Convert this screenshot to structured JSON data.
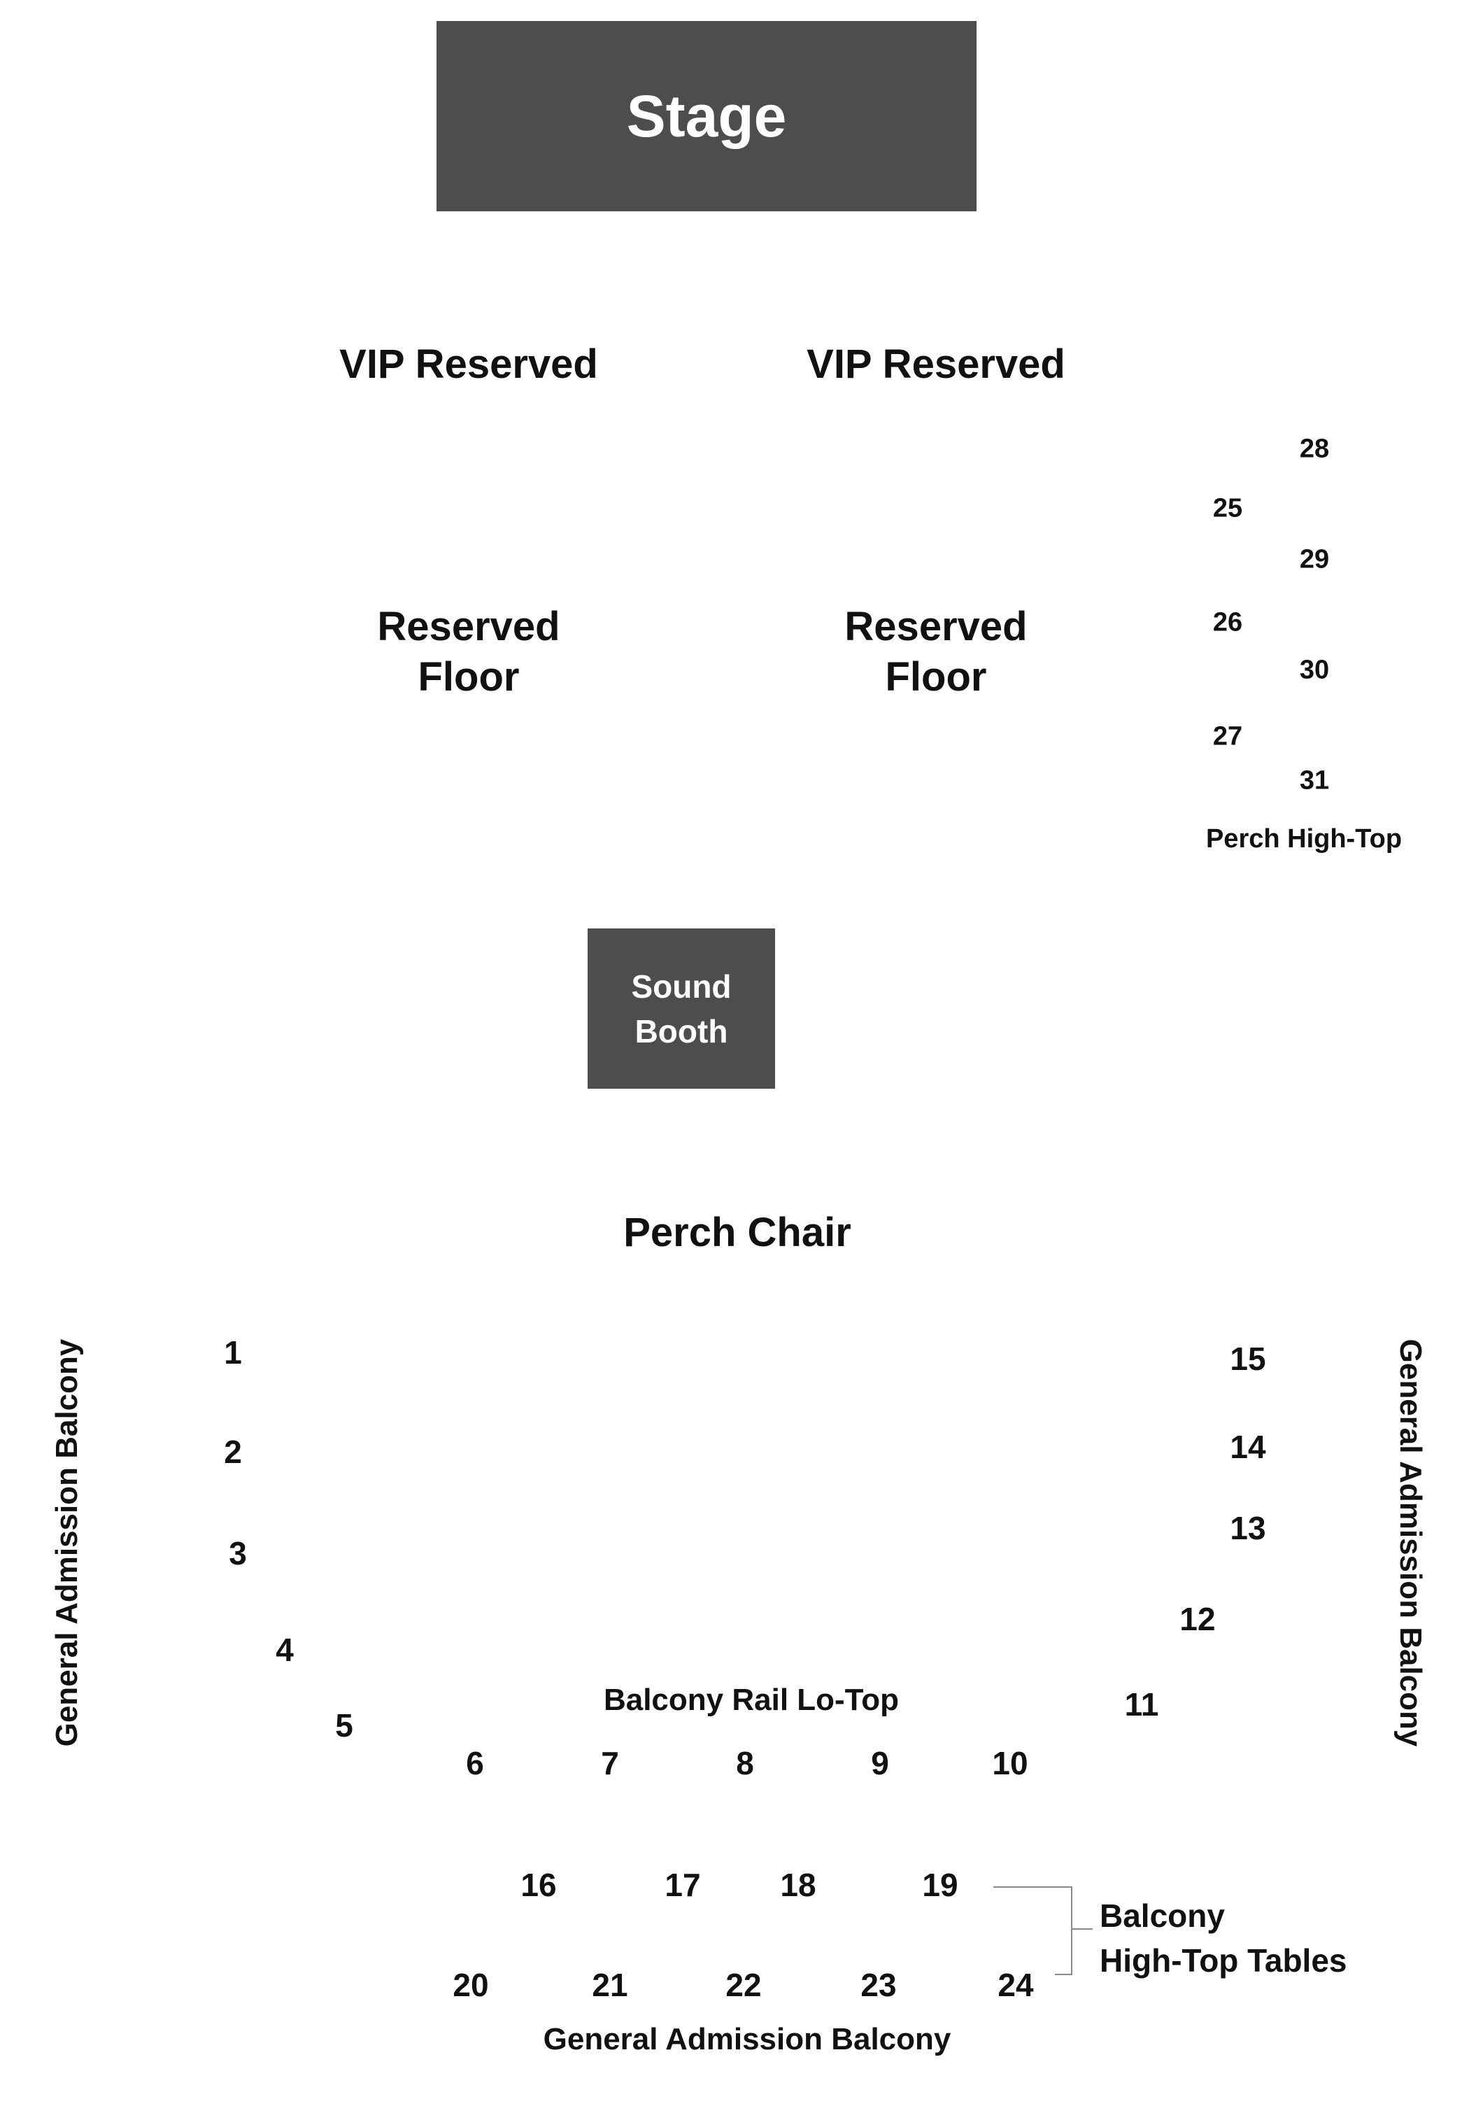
{
  "colors": {
    "box_fill": "#4d4d4d",
    "box_text": "#ffffff",
    "text": "#111111",
    "bracket": "#8a8a8a"
  },
  "stage": {
    "label": "Stage"
  },
  "sound_booth": {
    "line1": "Sound",
    "line2": "Booth"
  },
  "sections": {
    "vip_left": "VIP Reserved",
    "vip_right": "VIP Reserved",
    "reserved_left": {
      "line1": "Reserved",
      "line2": "Floor"
    },
    "reserved_right": {
      "line1": "Reserved",
      "line2": "Floor"
    },
    "perch_high_top": "Perch High-Top",
    "perch_chair": "Perch Chair",
    "balcony_rail_lo_top": "Balcony Rail Lo-Top",
    "ga_balcony_left": "General Admission Balcony",
    "ga_balcony_right": "General Admission Balcony",
    "ga_balcony_bottom": "General Admission Balcony",
    "balcony_high_top_tables": {
      "line1": "Balcony",
      "line2": "High-Top Tables"
    }
  },
  "perch_high_top_tables": [
    "25",
    "26",
    "27",
    "28",
    "29",
    "30",
    "31"
  ],
  "balcony_rail_tables": [
    "1",
    "2",
    "3",
    "4",
    "5",
    "6",
    "7",
    "8",
    "9",
    "10",
    "11",
    "12",
    "13",
    "14",
    "15"
  ],
  "balcony_high_top_tables": [
    "16",
    "17",
    "18",
    "19",
    "20",
    "21",
    "22",
    "23",
    "24"
  ]
}
